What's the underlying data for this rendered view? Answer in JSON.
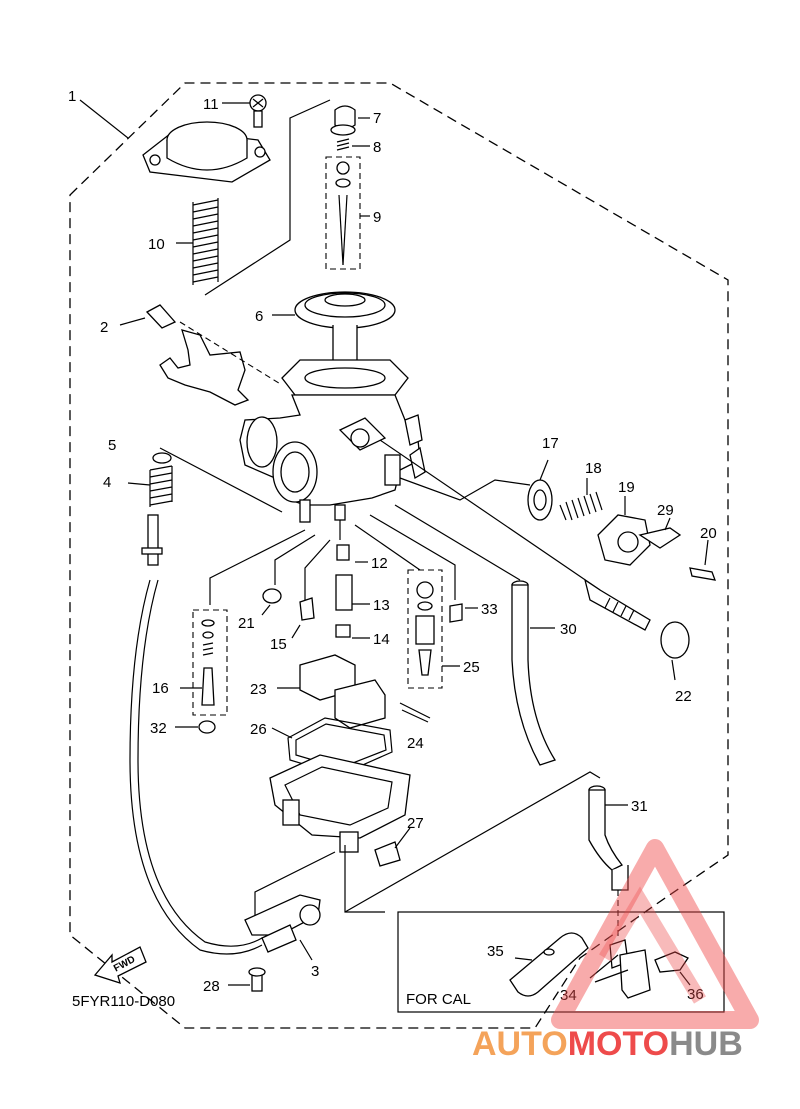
{
  "diagram": {
    "code": "5FYR110-D080",
    "fwd_label": "FWD",
    "for_cal_label": "FOR CAL",
    "part_numbers": [
      "1",
      "2",
      "3",
      "4",
      "5",
      "6",
      "7",
      "8",
      "9",
      "10",
      "11",
      "12",
      "13",
      "14",
      "15",
      "16",
      "17",
      "18",
      "19",
      "20",
      "21",
      "22",
      "23",
      "24",
      "25",
      "26",
      "27",
      "28",
      "29",
      "30",
      "31",
      "32",
      "33",
      "34",
      "35",
      "36"
    ]
  },
  "watermark": {
    "part1": "AUTO",
    "part2": "MOTO",
    "part3": "HUB",
    "color_orange": "#f4a35a",
    "color_red": "#ee4b4b",
    "color_gray": "#8a8a8a"
  }
}
